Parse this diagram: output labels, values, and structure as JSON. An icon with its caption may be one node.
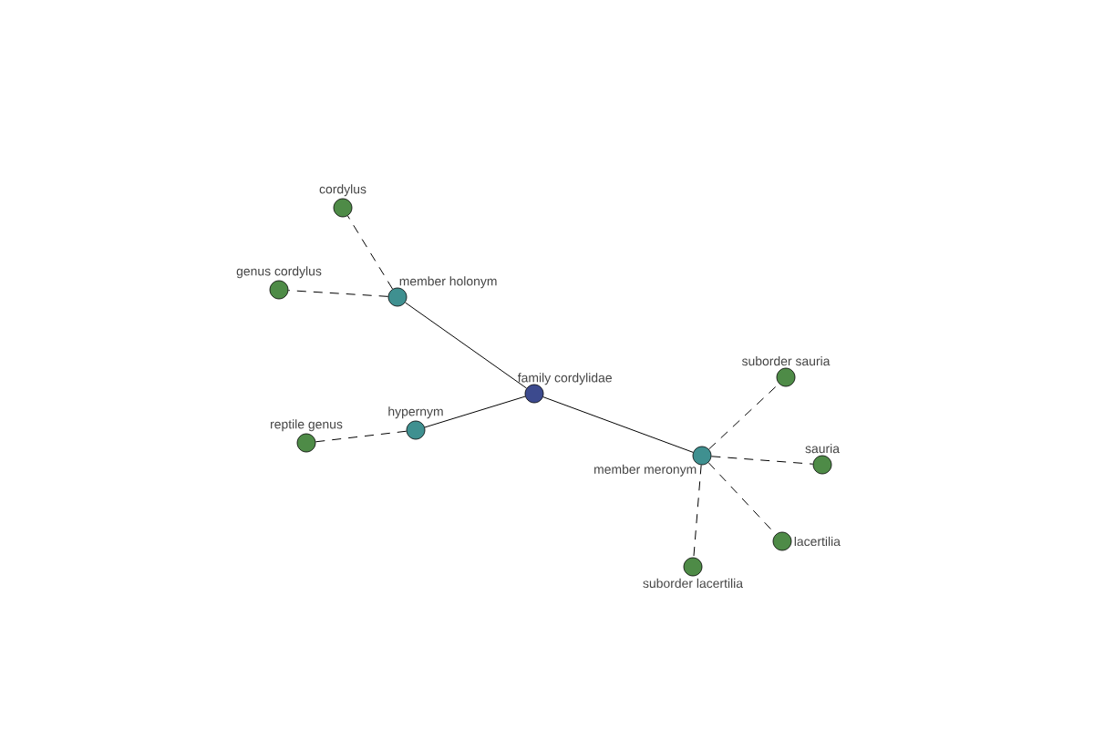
{
  "diagram": {
    "nodes": [
      {
        "text": [
          "family cordylidae"
        ]
      },
      {
        "text": [
          "member holonym"
        ]
      },
      {
        "text": [
          "hypernym"
        ]
      },
      {
        "text": [
          "member meronym"
        ]
      },
      {
        "text": [
          "cordylus"
        ]
      },
      {
        "text": [
          "genus cordylus"
        ]
      },
      {
        "text": [
          "reptile genus"
        ]
      },
      {
        "text": [
          "suborder sauria"
        ]
      },
      {
        "text": [
          "sauria"
        ]
      },
      {
        "text": [
          "lacertilia"
        ]
      },
      {
        "text": [
          "suborder lacertilia"
        ]
      }
    ],
    "edges": [
      {
        "from": 0,
        "to": 1,
        "arrow": "none"
      },
      {
        "from": 0,
        "to": 2,
        "arrow": "none"
      },
      {
        "from": 0,
        "to": 3,
        "arrow": "none"
      },
      {
        "from": 1,
        "to": 4,
        "arrow": "none",
        "style": "dashed"
      },
      {
        "from": 1,
        "to": 5,
        "arrow": "none",
        "style": "dashed"
      },
      {
        "from": 2,
        "to": 6,
        "arrow": "none",
        "style": "dashed"
      },
      {
        "from": 3,
        "to": 7,
        "arrow": "none",
        "style": "dashed"
      },
      {
        "from": 3,
        "to": 8,
        "arrow": "none",
        "style": "dashed"
      },
      {
        "from": 3,
        "to": 9,
        "arrow": "none",
        "style": "dashed"
      },
      {
        "from": 3,
        "to": 10,
        "arrow": "none",
        "style": "dashed"
      }
    ]
  }
}
